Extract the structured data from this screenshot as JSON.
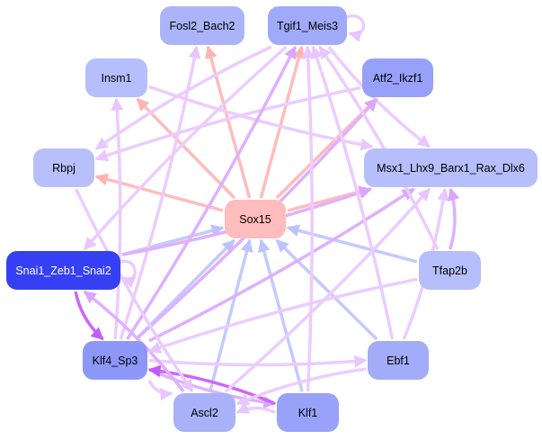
{
  "diagram": {
    "type": "gene-regulatory-network",
    "colors": {
      "background": "#ffffff",
      "edge_activation_pink": "#ffbcbc",
      "edge_repression_blue": "#c0c8ff",
      "edge_purple_light": "#eccbff",
      "edge_purple_mid": "#deadff",
      "edge_purple_strong": "#cc66ff"
    },
    "nodes": [
      {
        "id": "Fosl2_Bach2",
        "label": "Fosl2_Bach2",
        "fill": "#acb4f9",
        "text": "#000000"
      },
      {
        "id": "Tgif1_Meis3",
        "label": "Tgif1_Meis3",
        "fill": "#a0aaf9",
        "text": "#000000"
      },
      {
        "id": "Insm1",
        "label": "Insm1",
        "fill": "#b6bffb",
        "text": "#000000"
      },
      {
        "id": "Atf2_Ikzf1",
        "label": "Atf2_Ikzf1",
        "fill": "#97a1fa",
        "text": "#000000"
      },
      {
        "id": "Rbpj",
        "label": "Rbpj",
        "fill": "#b8c0fb",
        "text": "#000000"
      },
      {
        "id": "Msx1_Lhx9_Barx1_Rax_Dlx6",
        "label": "Msx1_Lhx9_Barx1_Rax_Dlx6",
        "fill": "#b6befb",
        "text": "#000000"
      },
      {
        "id": "Sox15",
        "label": "Sox15",
        "fill": "#ffbdbd",
        "text": "#000000"
      },
      {
        "id": "Snai1_Zeb1_Snai2",
        "label": "Snai1_Zeb1_Snai2",
        "fill": "#3540f5",
        "text": "#ffffff"
      },
      {
        "id": "Tfap2b",
        "label": "Tfap2b",
        "fill": "#b6befb",
        "text": "#000000"
      },
      {
        "id": "Klf4_Sp3",
        "label": "Klf4_Sp3",
        "fill": "#8c97f8",
        "text": "#000000"
      },
      {
        "id": "Ebf1",
        "label": "Ebf1",
        "fill": "#a2acf9",
        "text": "#000000"
      },
      {
        "id": "Ascl2",
        "label": "Ascl2",
        "fill": "#a9b2f9",
        "text": "#000000"
      },
      {
        "id": "Klf1",
        "label": "Klf1",
        "fill": "#98a2f9",
        "text": "#000000"
      }
    ],
    "edges": [
      {
        "from": "Sox15",
        "to": "Fosl2_Bach2",
        "kind": "pink"
      },
      {
        "from": "Sox15",
        "to": "Tgif1_Meis3",
        "kind": "pink"
      },
      {
        "from": "Sox15",
        "to": "Atf2_Ikzf1",
        "kind": "pink"
      },
      {
        "from": "Sox15",
        "to": "Insm1",
        "kind": "pink"
      },
      {
        "from": "Sox15",
        "to": "Rbpj",
        "kind": "pink"
      },
      {
        "from": "Sox15",
        "to": "Msx1_Lhx9_Barx1_Rax_Dlx6",
        "kind": "pink"
      },
      {
        "from": "Snai1_Zeb1_Snai2",
        "to": "Sox15",
        "kind": "blue"
      },
      {
        "from": "Klf4_Sp3",
        "to": "Sox15",
        "kind": "blue"
      },
      {
        "from": "Ascl2",
        "to": "Sox15",
        "kind": "blue"
      },
      {
        "from": "Klf1",
        "to": "Sox15",
        "kind": "blue"
      },
      {
        "from": "Ebf1",
        "to": "Sox15",
        "kind": "blue"
      },
      {
        "from": "Tfap2b",
        "to": "Sox15",
        "kind": "blue"
      },
      {
        "from": "Tgif1_Meis3",
        "to": "Tgif1_Meis3",
        "kind": "light",
        "self": true
      },
      {
        "from": "Snai1_Zeb1_Snai2",
        "to": "Snai1_Zeb1_Snai2",
        "kind": "light",
        "self": true
      },
      {
        "from": "Tgif1_Meis3",
        "to": "Rbpj",
        "kind": "light"
      },
      {
        "from": "Tgif1_Meis3",
        "to": "Snai1_Zeb1_Snai2",
        "kind": "light"
      },
      {
        "from": "Tgif1_Meis3",
        "to": "Msx1_Lhx9_Barx1_Rax_Dlx6",
        "kind": "light"
      },
      {
        "from": "Atf2_Ikzf1",
        "to": "Rbpj",
        "kind": "light"
      },
      {
        "from": "Insm1",
        "to": "Msx1_Lhx9_Barx1_Rax_Dlx6",
        "kind": "light"
      },
      {
        "from": "Klf4_Sp3",
        "to": "Insm1",
        "kind": "light"
      },
      {
        "from": "Klf4_Sp3",
        "to": "Fosl2_Bach2",
        "kind": "light"
      },
      {
        "from": "Klf4_Sp3",
        "to": "Tgif1_Meis3",
        "kind": "mid"
      },
      {
        "from": "Klf4_Sp3",
        "to": "Atf2_Ikzf1",
        "kind": "mid"
      },
      {
        "from": "Klf4_Sp3",
        "to": "Msx1_Lhx9_Barx1_Rax_Dlx6",
        "kind": "mid"
      },
      {
        "from": "Klf4_Sp3",
        "to": "Ebf1",
        "kind": "light"
      },
      {
        "from": "Klf4_Sp3",
        "to": "Ascl2",
        "kind": "light"
      },
      {
        "from": "Klf4_Sp3",
        "to": "Klf1",
        "kind": "mid"
      },
      {
        "from": "Klf1",
        "to": "Klf4_Sp3",
        "kind": "strong"
      },
      {
        "from": "Snai1_Zeb1_Snai2",
        "to": "Klf4_Sp3",
        "kind": "strong"
      },
      {
        "from": "Snai1_Zeb1_Snai2",
        "to": "Msx1_Lhx9_Barx1_Rax_Dlx6",
        "kind": "mid"
      },
      {
        "from": "Ascl2",
        "to": "Snai1_Zeb1_Snai2",
        "kind": "mid"
      },
      {
        "from": "Ebf1",
        "to": "Tgif1_Meis3",
        "kind": "light"
      },
      {
        "from": "Ebf1",
        "to": "Msx1_Lhx9_Barx1_Rax_Dlx6",
        "kind": "light"
      },
      {
        "from": "Ebf1",
        "to": "Ascl2",
        "kind": "light"
      },
      {
        "from": "Klf1",
        "to": "Tgif1_Meis3",
        "kind": "light"
      },
      {
        "from": "Klf1",
        "to": "Ascl2",
        "kind": "light"
      },
      {
        "from": "Tfap2b",
        "to": "Msx1_Lhx9_Barx1_Rax_Dlx6",
        "kind": "mid"
      },
      {
        "from": "Tfap2b",
        "to": "Klf4_Sp3",
        "kind": "light"
      },
      {
        "from": "Tfap2b",
        "to": "Tgif1_Meis3",
        "kind": "light"
      },
      {
        "from": "Ascl2",
        "to": "Msx1_Lhx9_Barx1_Rax_Dlx6",
        "kind": "light"
      },
      {
        "from": "Rbpj",
        "to": "Ascl2",
        "kind": "light"
      }
    ]
  }
}
